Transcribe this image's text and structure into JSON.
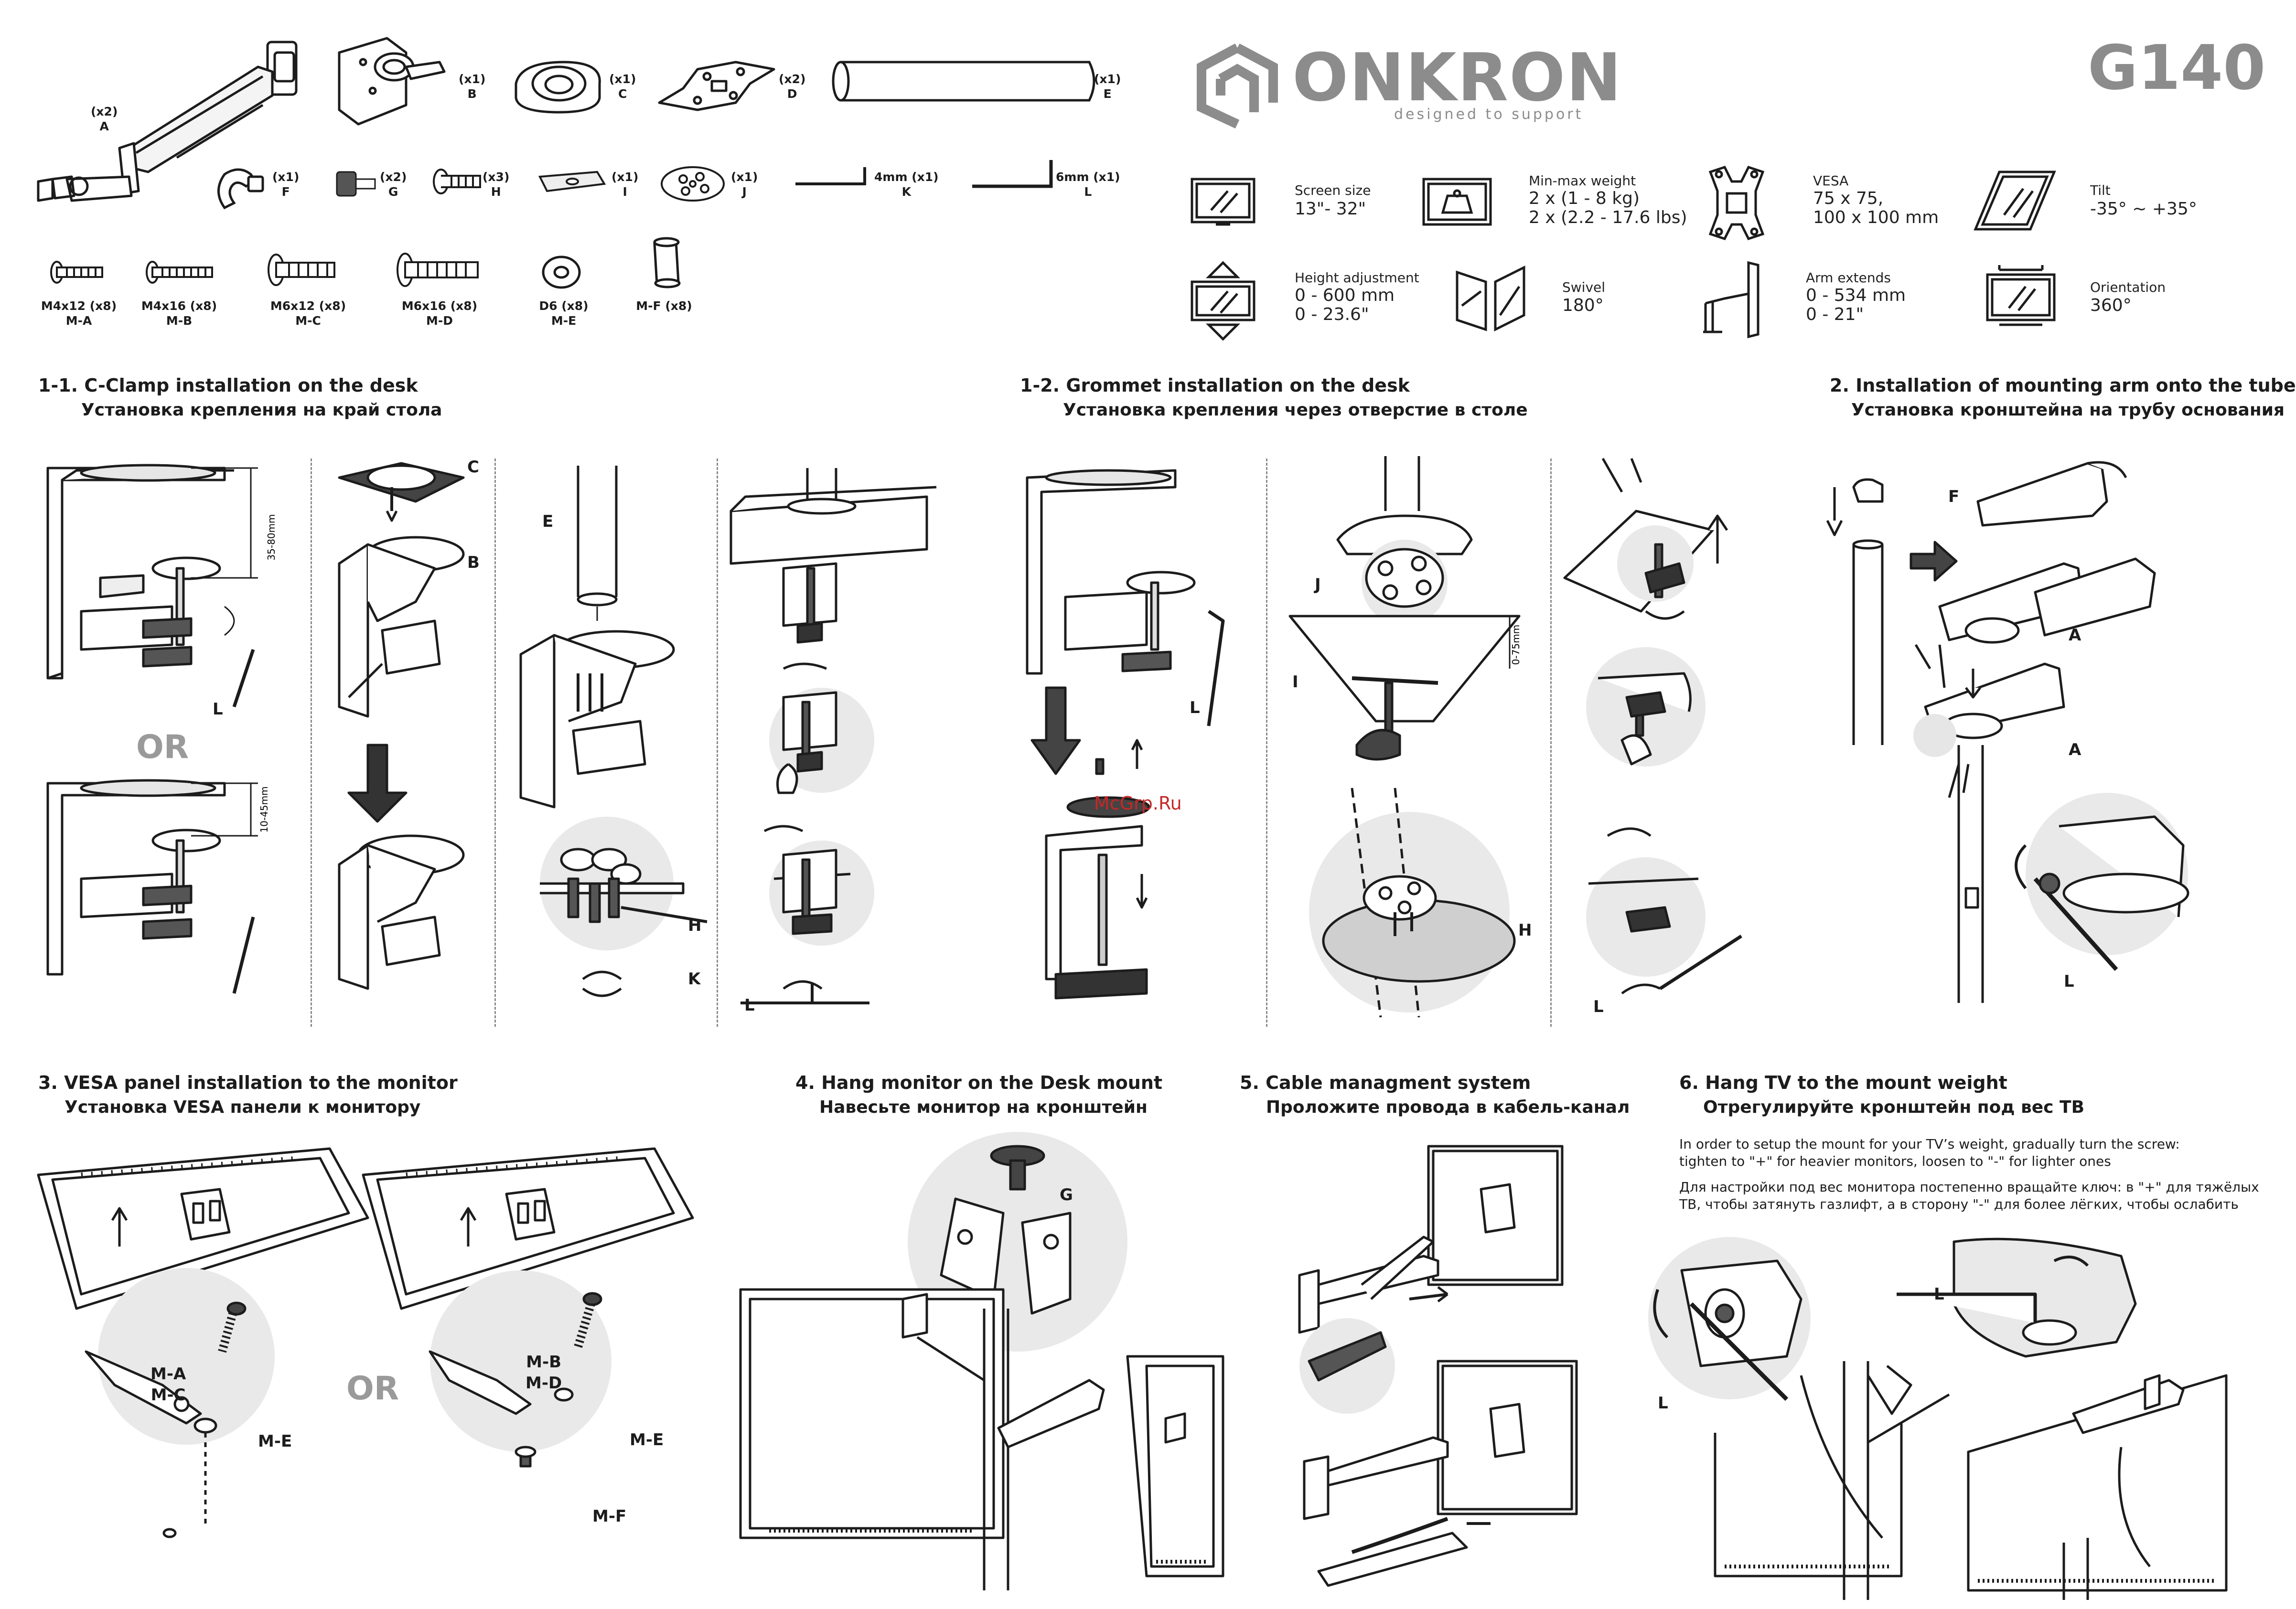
{
  "brand": {
    "name": "ONKRON",
    "tagline": "designed to support",
    "model": "G140"
  },
  "colors": {
    "logo_gray": "#8c8c8c",
    "line": "#1c1c1c",
    "shade": "#e6e6e6",
    "watermark_red": "#c62828"
  },
  "parts": [
    {
      "count": "(x2)",
      "letter": "A",
      "icon": "gas-spring-arm-icon"
    },
    {
      "count": "(x1)",
      "letter": "B",
      "icon": "clamp-bracket-icon"
    },
    {
      "count": "(x1)",
      "letter": "C",
      "icon": "base-cover-icon"
    },
    {
      "count": "(x2)",
      "letter": "D",
      "icon": "vesa-plate-icon"
    },
    {
      "count": "(x1)",
      "letter": "E",
      "icon": "pole-tube-icon"
    },
    {
      "count": "(x1)",
      "letter": "F",
      "icon": "cable-clip-icon"
    },
    {
      "count": "(x2)",
      "letter": "G",
      "icon": "thumb-screw-icon"
    },
    {
      "count": "(x3)",
      "letter": "H",
      "icon": "bolt-icon"
    },
    {
      "count": "(x1)",
      "letter": "I",
      "icon": "grommet-plate-icon"
    },
    {
      "count": "(x1)",
      "letter": "J",
      "icon": "grommet-disc-icon"
    },
    {
      "count": "4mm (x1)",
      "letter": "K",
      "icon": "hex-key-icon"
    },
    {
      "count": "6mm (x1)",
      "letter": "L",
      "icon": "hex-key-icon"
    }
  ],
  "hardware": [
    {
      "spec": "M4x12 (x8)",
      "code": "M-A"
    },
    {
      "spec": "M4x16 (x8)",
      "code": "M-B"
    },
    {
      "spec": "M6x12 (x8)",
      "code": "M-C"
    },
    {
      "spec": "M6x16 (x8)",
      "code": "M-D"
    },
    {
      "spec": "D6 (x8)",
      "code": "M-E"
    },
    {
      "spec": "",
      "code": "M-F (x8)"
    }
  ],
  "specs": [
    {
      "label": "Screen size",
      "value": "13\"- 32\"",
      "icon": "screen-size-icon"
    },
    {
      "label": "Min-max weight",
      "value": "2 x (1 - 8 kg)\n2 x (2.2 - 17.6 lbs)",
      "icon": "weight-icon"
    },
    {
      "label": "VESA",
      "value": "75 x 75,\n100 x 100 mm",
      "icon": "vesa-icon"
    },
    {
      "label": "Tilt",
      "value": "-35° ~ +35°",
      "icon": "tilt-icon"
    },
    {
      "label": "Height adjustment",
      "value": "0 - 600 mm\n0 - 23.6\"",
      "icon": "height-icon"
    },
    {
      "label": "Swivel",
      "value": "180°",
      "icon": "swivel-icon"
    },
    {
      "label": "Arm extends",
      "value": "0 - 534 mm\n0 - 21\"",
      "icon": "arm-extend-icon"
    },
    {
      "label": "Orientation",
      "value": "360°",
      "icon": "orientation-icon"
    }
  ],
  "sections": {
    "s11": {
      "title": "1-1. C-Clamp installation on the desk",
      "subtitle": "Установка крепления на край стола",
      "or": "OR",
      "dim1": "35-80mm",
      "dim2": "10-45mm"
    },
    "s12": {
      "title": "1-2. Grommet installation on the desk",
      "subtitle": "Установка крепления через отверстие в столе",
      "dim": "0-75mm",
      "watermark": "McGrp.Ru"
    },
    "s2": {
      "title": "2. Installation of mounting arm onto the tube",
      "subtitle": "Установка кронштейна на трубу основания"
    },
    "s3": {
      "title": "3. VESA panel installation to the monitor",
      "subtitle": "Установка VESA панели к монитору",
      "or": "OR",
      "left_labels": [
        "M-A",
        "M-C"
      ],
      "left_washer": "M-E",
      "right_labels": [
        "M-B",
        "M-D"
      ],
      "right_washer": "M-E",
      "right_spacer": "M-F"
    },
    "s4": {
      "title": "4. Hang monitor on the Desk mount",
      "subtitle": "Навесьте монитор на кронштейн",
      "part": "G"
    },
    "s5": {
      "title": "5. Cable managment system",
      "subtitle": "Проложите провода в кабель-канал"
    },
    "s6": {
      "title": "6. Hang TV to the mount weight",
      "subtitle": "Отрегулируйте кронштейн под вес ТВ",
      "note_en": "In order to setup the mount for your TV’s weight, gradually turn the screw:\ntighten to \"+\" for heavier monitors, loosen to \"-\" for lighter ones",
      "note_ru": "Для настройки под вес монитора постепенно вращайте ключ: в \"+\" для тяжёлых\nТВ, чтобы затянуть газлифт, а в сторону \"-\" для более лёгких, чтобы ослабить"
    }
  },
  "callouts": {
    "c11": [
      "C",
      "B",
      "E",
      "H",
      "K",
      "L",
      "L",
      "L"
    ],
    "c12": [
      "J",
      "I",
      "H",
      "L",
      "L"
    ],
    "c2": [
      "F",
      "A",
      "A",
      "L"
    ],
    "c6": [
      "L",
      "L"
    ]
  }
}
